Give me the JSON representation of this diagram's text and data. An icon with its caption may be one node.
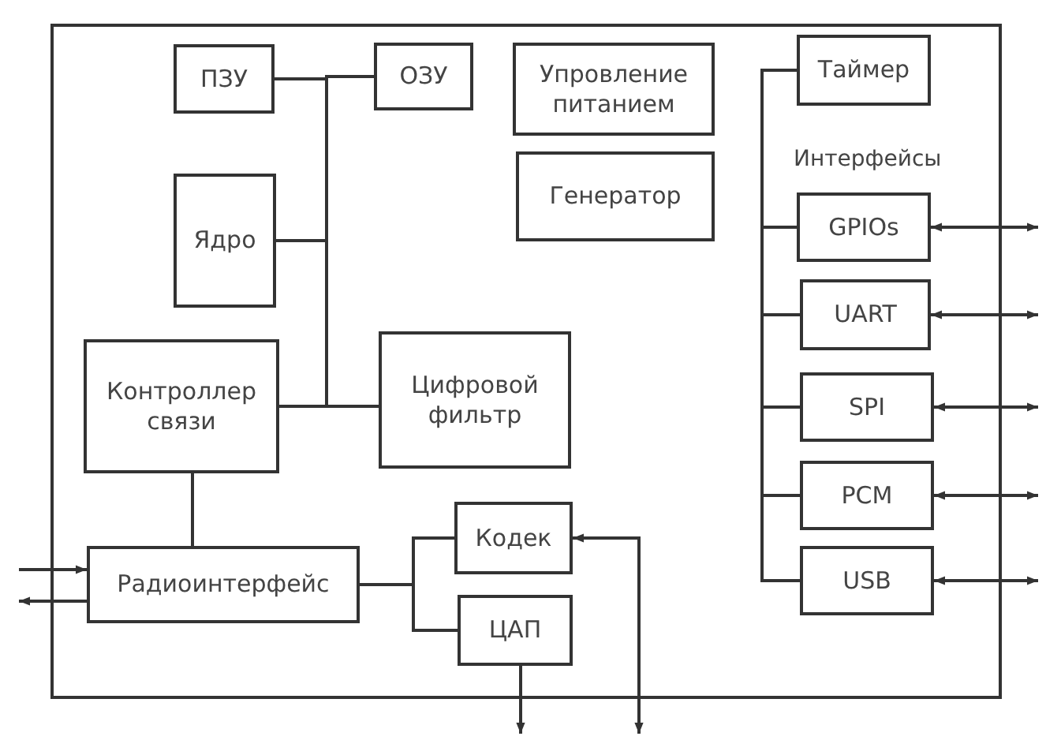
{
  "diagram": {
    "nodes": [
      {
        "text": [],
        "shape": "box"
      },
      {
        "text": [
          "ПЗУ"
        ],
        "in": 0
      },
      {
        "text": [
          "ОЗУ"
        ],
        "in": 0
      },
      {
        "text": [
          "Упровление питанием"
        ],
        "in": 0
      },
      {
        "text": [
          "Таймер"
        ],
        "in": 0
      },
      {
        "text": [
          "Генератор"
        ],
        "in": 0
      },
      {
        "text": [
          "Ядро"
        ],
        "in": 0
      },
      {
        "text": [
          "GPIOs"
        ],
        "in": 0
      },
      {
        "text": [
          "UART"
        ],
        "in": 0
      },
      {
        "text": [
          "Контроллер связи"
        ],
        "in": 0
      },
      {
        "text": [
          "Цифровой фильтр"
        ],
        "in": 0
      },
      {
        "text": [
          "SPI"
        ],
        "in": 0
      },
      {
        "text": [
          "PCM"
        ],
        "in": 0
      },
      {
        "text": [
          "Кодек"
        ],
        "in": 0
      },
      {
        "text": [
          "Радиоинтерфейс"
        ],
        "in": 0
      },
      {
        "text": [
          "USB"
        ],
        "in": 0
      },
      {
        "text": [
          "ЦАП"
        ],
        "in": 0
      }
    ],
    "edges": [
      {
        "from": 1,
        "to": 2,
        "arrow": "none"
      },
      {
        "from": 6,
        "to": 2,
        "arrow": "none"
      },
      {
        "from": 9,
        "to": 2,
        "arrow": "none"
      },
      {
        "from": 9,
        "to": 10,
        "arrow": "none"
      },
      {
        "from": 9,
        "to": 14,
        "arrow": "none"
      },
      {
        "from": 14,
        "to": 13,
        "arrow": "none"
      },
      {
        "from": 14,
        "to": 16,
        "arrow": "none"
      },
      {
        "from": null,
        "to": 13,
        "arrow": "both"
      },
      {
        "from": 16,
        "to": null,
        "arrow": "to"
      },
      {
        "from": null,
        "to": 14,
        "arrow": "to"
      },
      {
        "from": 14,
        "to": null,
        "arrow": "to"
      },
      {
        "from": 4,
        "to": 7,
        "arrow": "none"
      },
      {
        "from": 4,
        "to": 8,
        "arrow": "none"
      },
      {
        "from": 4,
        "to": 11,
        "arrow": "none"
      },
      {
        "from": 4,
        "to": 12,
        "arrow": "none"
      },
      {
        "from": 4,
        "to": 15,
        "arrow": "none"
      },
      {
        "from": 7,
        "to": null,
        "arrow": "both"
      },
      {
        "from": 8,
        "to": null,
        "arrow": "both"
      },
      {
        "from": 11,
        "to": null,
        "arrow": "both"
      },
      {
        "from": 12,
        "to": null,
        "arrow": "both"
      },
      {
        "from": 15,
        "to": null,
        "arrow": "both"
      }
    ],
    "labels": [
      "Интерфейсы"
    ]
  }
}
